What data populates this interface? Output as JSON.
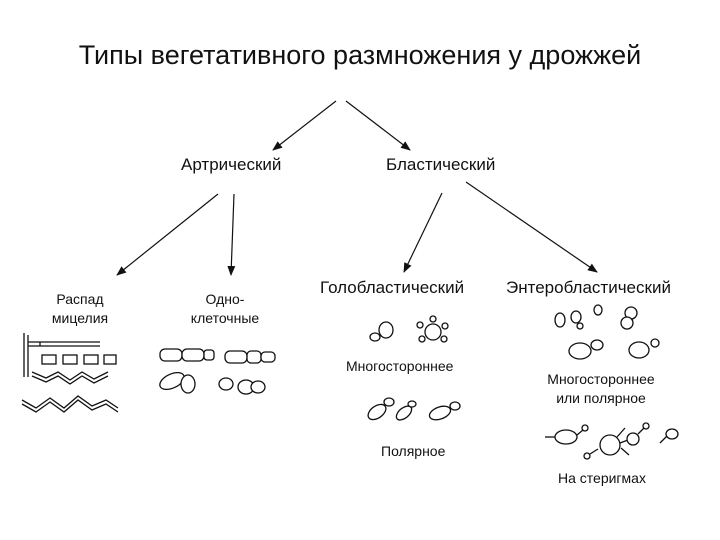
{
  "title": "Типы вегетативного размножения у дрожжей",
  "level1": {
    "arthric": "Артрический",
    "blastic": "Бластический"
  },
  "arthric_children": {
    "mycelium_line1": "Распад",
    "mycelium_line2": "мицелия",
    "unicell_line1": "Одно-",
    "unicell_line2": "клеточные"
  },
  "blastic_children": {
    "holoblastic": "Голобластический",
    "enteroblastic": "Энтеробластический"
  },
  "holoblastic_types": {
    "multilateral": "Многостороннее",
    "polar": "Полярное"
  },
  "enteroblastic_types": {
    "multi_or_polar_line1": "Многостороннее",
    "multi_or_polar_line2": "или полярное",
    "sterigmata": "На стеригмах"
  }
}
